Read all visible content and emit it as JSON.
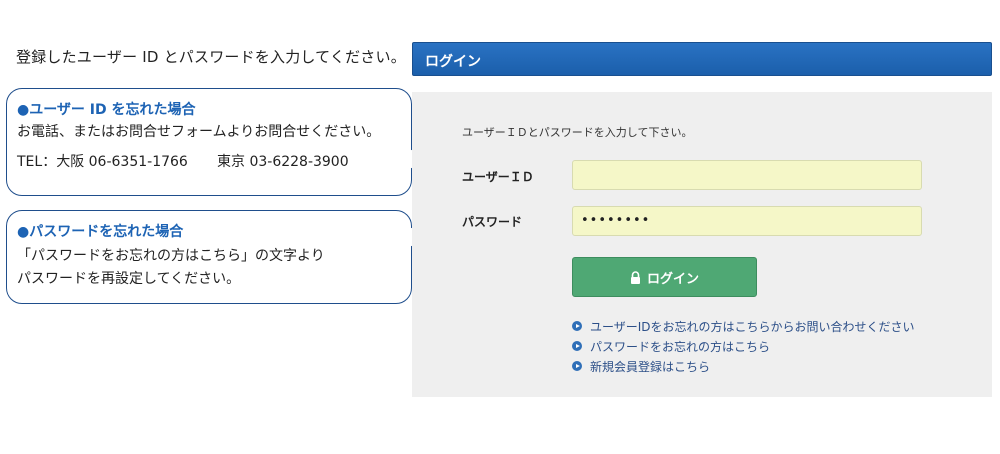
{
  "intro": "登録したユーザー ID とパスワードを入力してください。",
  "callouts": {
    "user_id": {
      "title": "●ユーザー ID を忘れた場合",
      "line1": "お電話、またはお問合せフォームよりお問合せください。",
      "tel_osaka": "TEL：大阪 06-6351-1766",
      "tel_tokyo": "東京 03-6228-3900"
    },
    "password": {
      "title": "●パスワードを忘れた場合",
      "line1": "「パスワードをお忘れの方はこちら」の文字より",
      "line2": "パスワードを再設定してください。"
    }
  },
  "panel": {
    "title": "ログイン",
    "instruction": "ユーザーＩＤとパスワードを入力して下さい。",
    "user_label": "ユーザーＩＤ",
    "user_value": "",
    "pass_label": "パスワード",
    "pass_value": "••••••••",
    "login_button": "ログイン",
    "links": [
      "ユーザーIDをお忘れの方はこちらからお問い合わせください",
      "パスワードをお忘れの方はこちら",
      "新規会員登録はこちら"
    ]
  },
  "colors": {
    "header_blue": "#1f63b0",
    "panel_bg": "#efefef",
    "field_bg": "#f5f7c8",
    "button_green": "#4fa874",
    "callout_border": "#1f4e8c"
  }
}
